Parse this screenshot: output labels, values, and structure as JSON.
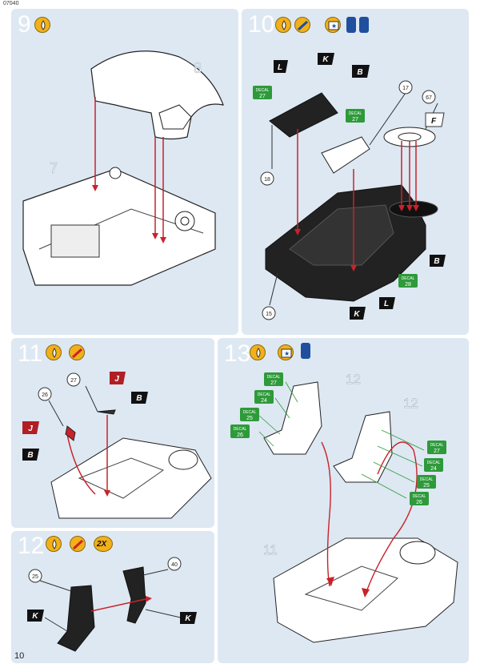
{
  "doc_code": "07040",
  "page_number": "10",
  "steps": {
    "s9": {
      "number": "9",
      "parts": [
        "7",
        "8"
      ]
    },
    "s10": {
      "number": "10",
      "parts": [
        "17",
        "18",
        "15",
        "67"
      ],
      "tags": [
        "L",
        "K",
        "B",
        "F",
        "B",
        "K",
        "L"
      ],
      "decals": [
        "27",
        "27",
        "28"
      ]
    },
    "s11": {
      "number": "11",
      "parts": [
        "27",
        "26"
      ],
      "tags": [
        "J",
        "B",
        "J",
        "B"
      ]
    },
    "s12": {
      "number": "12",
      "multiplier": "2X",
      "parts": [
        "25",
        "40"
      ],
      "tags": [
        "K",
        "K"
      ]
    },
    "s13": {
      "number": "13",
      "parts": [
        "12",
        "12",
        "11"
      ],
      "decals_left": [
        "27",
        "24",
        "25",
        "26"
      ],
      "decals_right": [
        "27",
        "24",
        "25",
        "26"
      ]
    }
  },
  "decal_word": "DECAL",
  "colors": {
    "panel": "#dde8f2",
    "circle_icon": "#f2b019",
    "tag_black": "#111111",
    "tag_red": "#b11f24",
    "decal_green": "#2e9a3a",
    "line_red": "#c9222a"
  }
}
